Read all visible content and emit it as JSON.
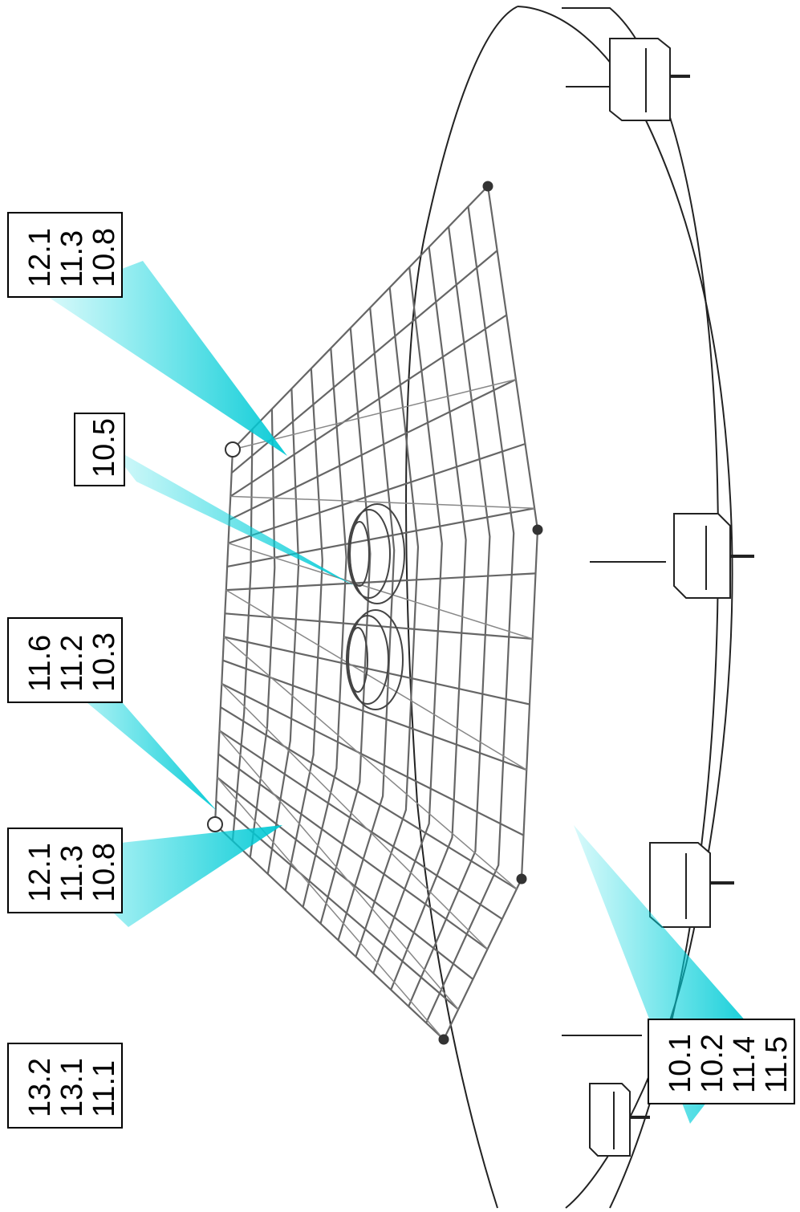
{
  "callouts": [
    {
      "id": "top-left-1",
      "lines": [
        "12.1",
        "11.3",
        "10.8"
      ]
    },
    {
      "id": "mid-top",
      "lines": [
        "10.5"
      ]
    },
    {
      "id": "mid-upper",
      "lines": [
        "11.6",
        "11.2",
        "10.3"
      ]
    },
    {
      "id": "mid-lower",
      "lines": [
        "12.1",
        "11.3",
        "10.8"
      ]
    },
    {
      "id": "bottom-left",
      "lines": [
        "13.2",
        "13.1",
        "11.1"
      ]
    },
    {
      "id": "bottom-right",
      "lines": [
        "10.1",
        "10.2",
        "11.4",
        "11.5"
      ]
    }
  ],
  "colors": {
    "beam": "#00d8e0",
    "ink": "#000000",
    "net": "#5a5a5a"
  }
}
